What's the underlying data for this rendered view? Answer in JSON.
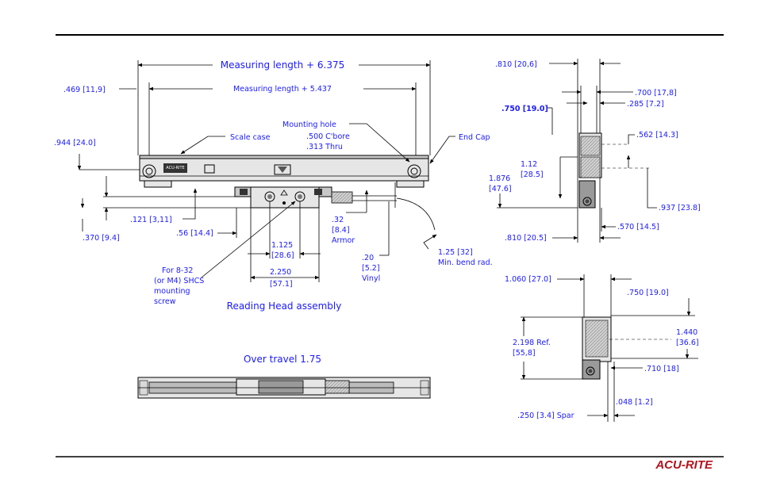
{
  "brand": "ACU-RITE",
  "labels": {
    "meas_6375": "Measuring length + 6.375",
    "meas_5437": "Measuring length + 5.437",
    "d469": ".469 [11,9]",
    "d944": ".944 [24.0]",
    "scale_case": "Scale case",
    "mount_hole": "Mounting hole",
    "cbore": ".500 C'bore",
    "thru": ".313 Thru",
    "end_cap": "End Cap",
    "d121": ".121 [3,11]",
    "d370": ".370 [9.4]",
    "d56": ".56 [14.4]",
    "d32": ".32",
    "d32m": "[8.4]",
    "armor": "Armor",
    "d1125": "1.125",
    "d1125m": "[28.6]",
    "d20": ".20",
    "d20m": "[5.2]",
    "vinyl": "Vinyl",
    "bend1": "1.25 [32]",
    "bend2": "Min. bend rad.",
    "screw1": "For 8-32",
    "screw2": "(or M4) SHCS",
    "screw3": "mounting",
    "screw4": "screw",
    "d2250": "2.250",
    "d2250m": "[57.1]",
    "reading_head": "Reading Head assembly",
    "over_travel": "Over travel 1.75",
    "r810a": ".810 [20,6]",
    "r700": ".700 [17,8]",
    "r750a": ".750 [19.0]",
    "r285": ".285 [7.2]",
    "r562": ".562 [14.3]",
    "r112": "1.12",
    "r112m": "[28.5]",
    "r1876": "1.876",
    "r1876m": "[47.6]",
    "r937": ".937 [23.8]",
    "r570": ".570 [14.5]",
    "r810b": ".810 [20.5]",
    "r1060": "1.060 [27.0]",
    "r750b": ".750 [19.0]",
    "r2198": "2.198 Ref.",
    "r2198m": "[55,8]",
    "r1440": "1.440",
    "r1440m": "[36.6]",
    "r710": ".710 [18]",
    "r048": ".048 [1.2]",
    "r250": ".250 [3.4] Spar",
    "tag_sensor": "ACU-RITE"
  }
}
